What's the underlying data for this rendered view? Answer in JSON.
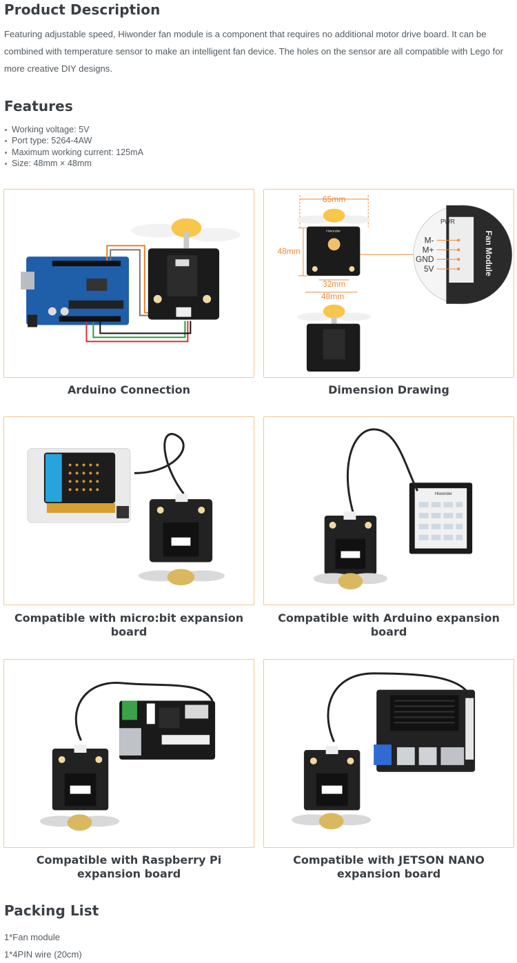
{
  "description": {
    "title": "Product Description",
    "text": "Featuring adjustable speed, Hiwonder fan module is a component that requires no additional motor drive board. It can be combined with temperature sensor to make an intelligent fan device. The holes on the sensor are all compatible with Lego for more creative DIY designs."
  },
  "features": {
    "title": "Features",
    "items": [
      "Working voltage: 5V",
      "Port type: 5264-4AW",
      "Maximum working current: 125mA",
      "Size: 48mm × 48mm"
    ]
  },
  "gallery": [
    {
      "caption": "Arduino Connection"
    },
    {
      "caption": "Dimension Drawing"
    },
    {
      "caption": "Compatible with micro:bit expansion board"
    },
    {
      "caption": "Compatible with Arduino expansion board"
    },
    {
      "caption": "Compatible with Raspberry Pi expansion board"
    },
    {
      "caption": "Compatible with JETSON NANO expansion board"
    }
  ],
  "dimension_drawing": {
    "width_label": "65mm",
    "height_label": "48mm",
    "hole_spacing_label": "32mm",
    "board_width_label": "48mm",
    "pins": [
      "M-",
      "M+",
      "GND",
      "5V"
    ],
    "connector_label": "PWR",
    "module_label": "Fan Module"
  },
  "board_labels": {
    "brand": "Hiwonder",
    "module": "Fan Module"
  },
  "packing": {
    "title": "Packing List",
    "items": [
      "1*Fan module",
      "1*4PIN wire (20cm)"
    ]
  },
  "colors": {
    "card_border": "#f1c88e",
    "dimension_orange": "#ee8a3a",
    "heading": "#3a3f44"
  }
}
